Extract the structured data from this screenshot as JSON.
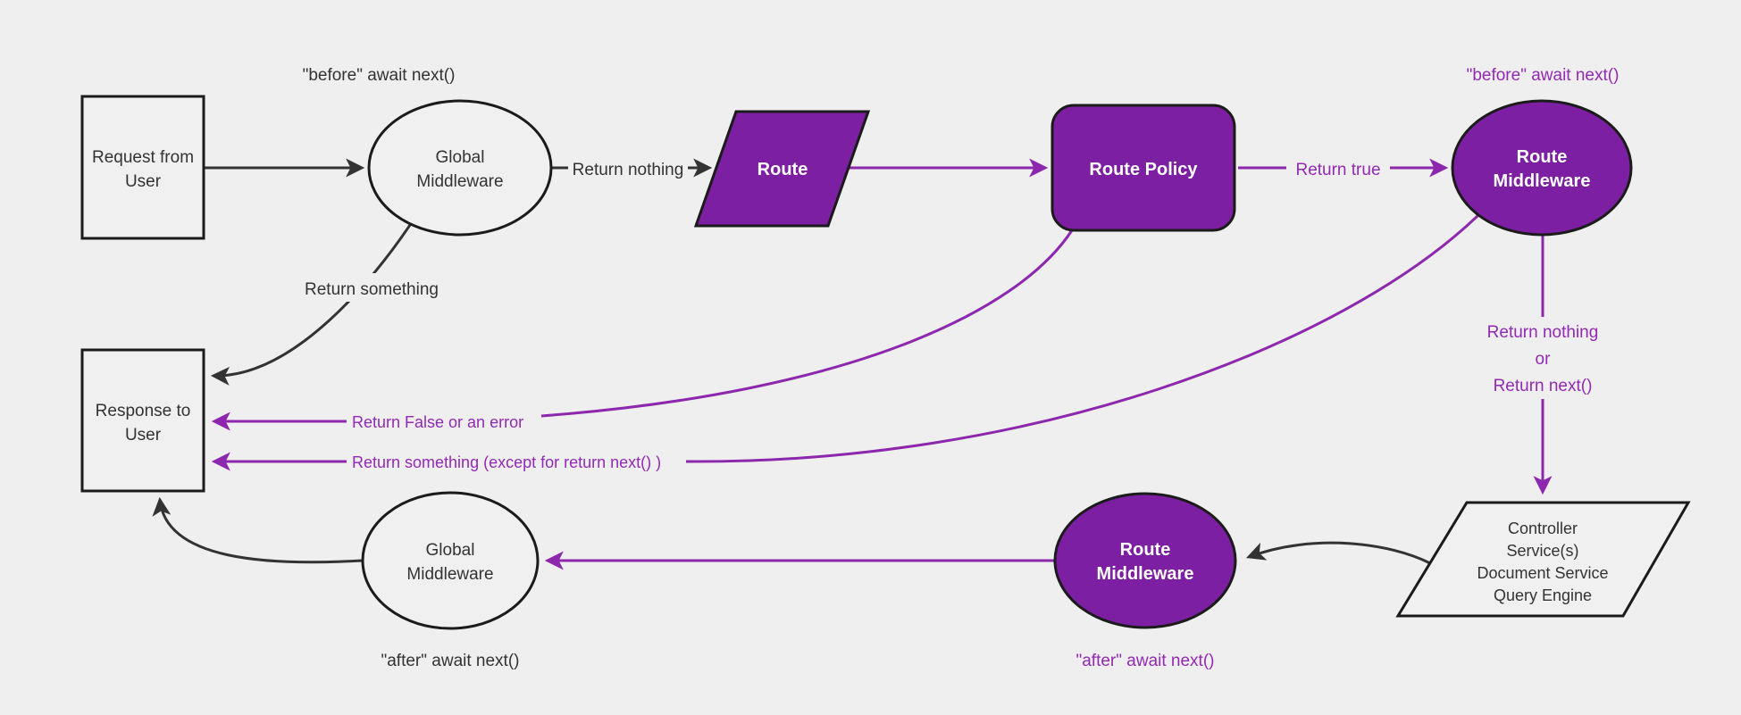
{
  "diagram": {
    "title": "Request and response lifecycle with middlewares and policies",
    "background_color": "#efefef",
    "colors": {
      "purple_fill": "#7d1fa2",
      "purple_line": "#8c27ae",
      "purple_text": "#9329b5",
      "black_line": "#333333",
      "node_border": "#1b1b1b",
      "node_fill": "#f0f0f0",
      "white_text": "#ffffff"
    },
    "nodes": {
      "request_from_user": {
        "line1": "Request from",
        "line2": "User"
      },
      "global_middleware_top": {
        "line1": "Global",
        "line2": "Middleware"
      },
      "route": {
        "label": "Route"
      },
      "route_policy": {
        "label": "Route Policy"
      },
      "route_middleware_top": {
        "line1": "Route",
        "line2": "Middleware"
      },
      "controller_group": {
        "line1": "Controller",
        "line2": "Service(s)",
        "line3": "Document Service",
        "line4": "Query Engine"
      },
      "route_middleware_bottom": {
        "line1": "Route",
        "line2": "Middleware"
      },
      "global_middleware_bottom": {
        "line1": "Global",
        "line2": "Middleware"
      },
      "response_to_user": {
        "line1": "Response to",
        "line2": "User"
      }
    },
    "labels": {
      "before_await_top_left": "\"before\" await next()",
      "before_await_top_right": "\"before\" await next()",
      "return_nothing_top": "Return nothing",
      "return_true": "Return true",
      "return_something": "Return something",
      "return_nothing_or_line1": "Return nothing",
      "return_nothing_or_line2": "or",
      "return_nothing_or_line3": "Return next()",
      "return_false_or_error": "Return False or an error",
      "return_something_except": "Return something (except for return next() )",
      "after_await_bottom_middle": "\"after\" await next()",
      "after_await_bottom_left": "\"after\" await next()"
    }
  }
}
